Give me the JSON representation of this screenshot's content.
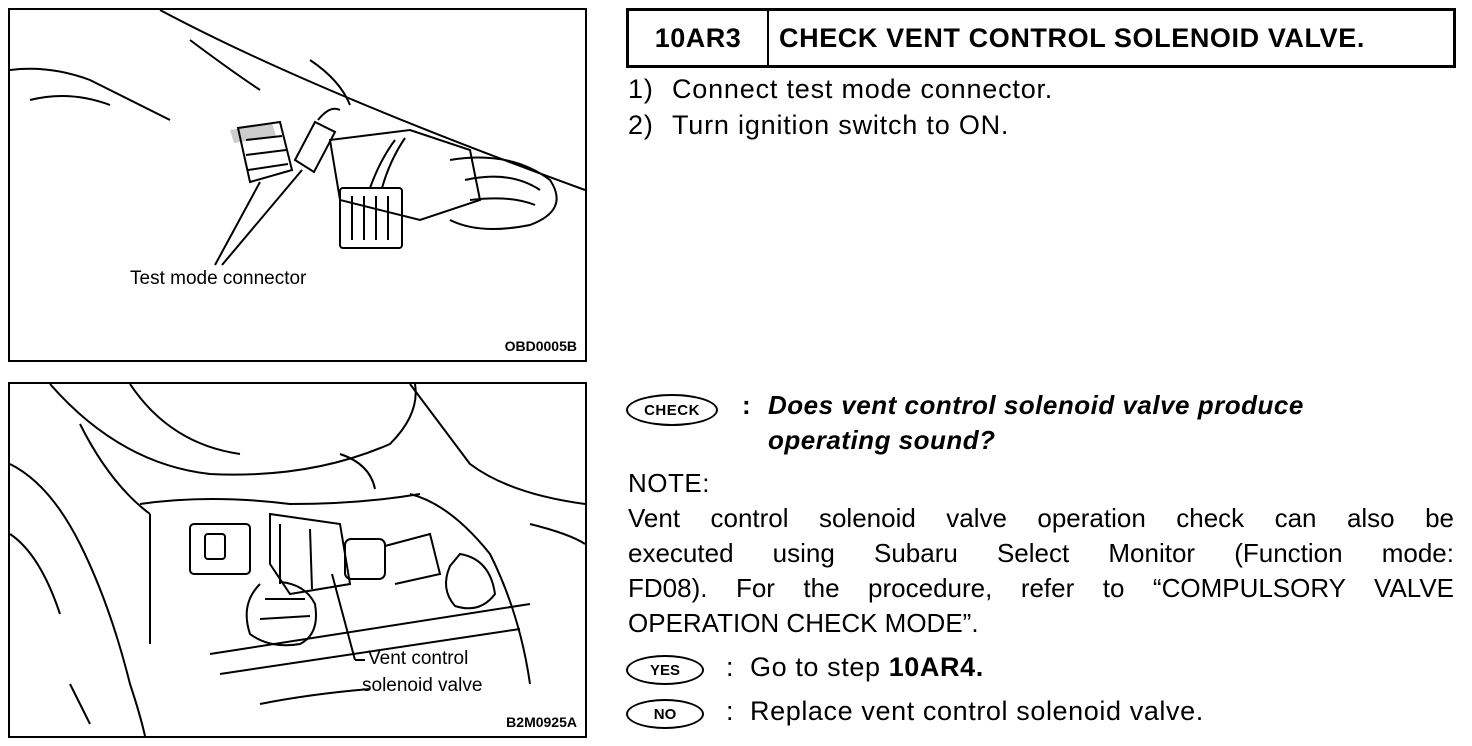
{
  "figure1": {
    "callout": "Test mode connector",
    "code": "OBD0005B"
  },
  "figure2": {
    "callout_line1": "Vent control",
    "callout_line2": "solenoid valve",
    "code": "B2M0925A"
  },
  "header": {
    "step": "10AR3",
    "title": "CHECK VENT CONTROL SOLENOID VALVE."
  },
  "steps": [
    {
      "num": "1)",
      "text": "Connect test mode connector."
    },
    {
      "num": "2)",
      "text": "Turn ignition switch to ON."
    }
  ],
  "check": {
    "badge": "CHECK",
    "colon": ":",
    "question_line1": "Does vent control solenoid valve produce",
    "question_line2": "operating sound?"
  },
  "note": {
    "heading": "NOTE:",
    "lines": [
      "Vent control solenoid valve operation check can also be",
      "executed using Subaru Select Monitor (Function mode:",
      "FD08). For the procedure, refer to “COMPULSORY VALVE",
      "OPERATION CHECK MODE”."
    ]
  },
  "answers": {
    "yes_badge": "YES",
    "yes_prefix": "Go to step ",
    "yes_target": "10AR4.",
    "no_badge": "NO",
    "no_text": "Replace vent control solenoid valve.",
    "colon": ":"
  }
}
